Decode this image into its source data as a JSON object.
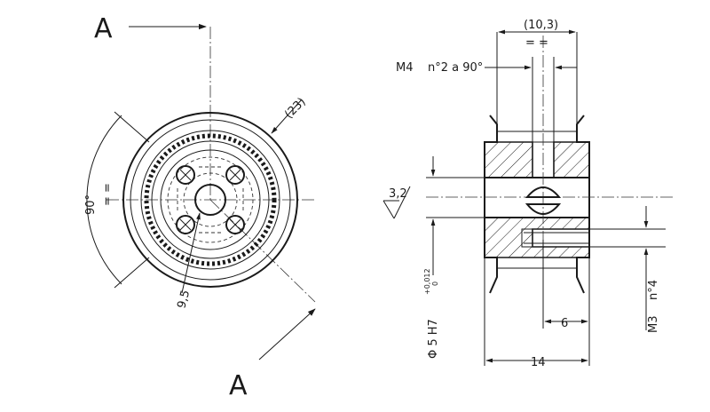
{
  "section_marker_top": "A",
  "section_marker_bottom": "A",
  "front_view": {
    "dim_outer": "(23)",
    "dim_angle": "90°",
    "dim_angle_sym": "= =",
    "dim_bolt_circle": "9,5"
  },
  "section_view": {
    "dim_width_top": "(10,3)",
    "dim_width_top_sym": "= =",
    "thread_top": "M4",
    "thread_top_count": "n°2 a 90°",
    "roughness": "3,2",
    "bore": "Φ 5 H7",
    "bore_tol_upper": "+0,012",
    "bore_tol_lower": "0",
    "dim_6": "6",
    "dim_14": "14",
    "thread_side": "M3",
    "thread_side_count": "n°4"
  }
}
